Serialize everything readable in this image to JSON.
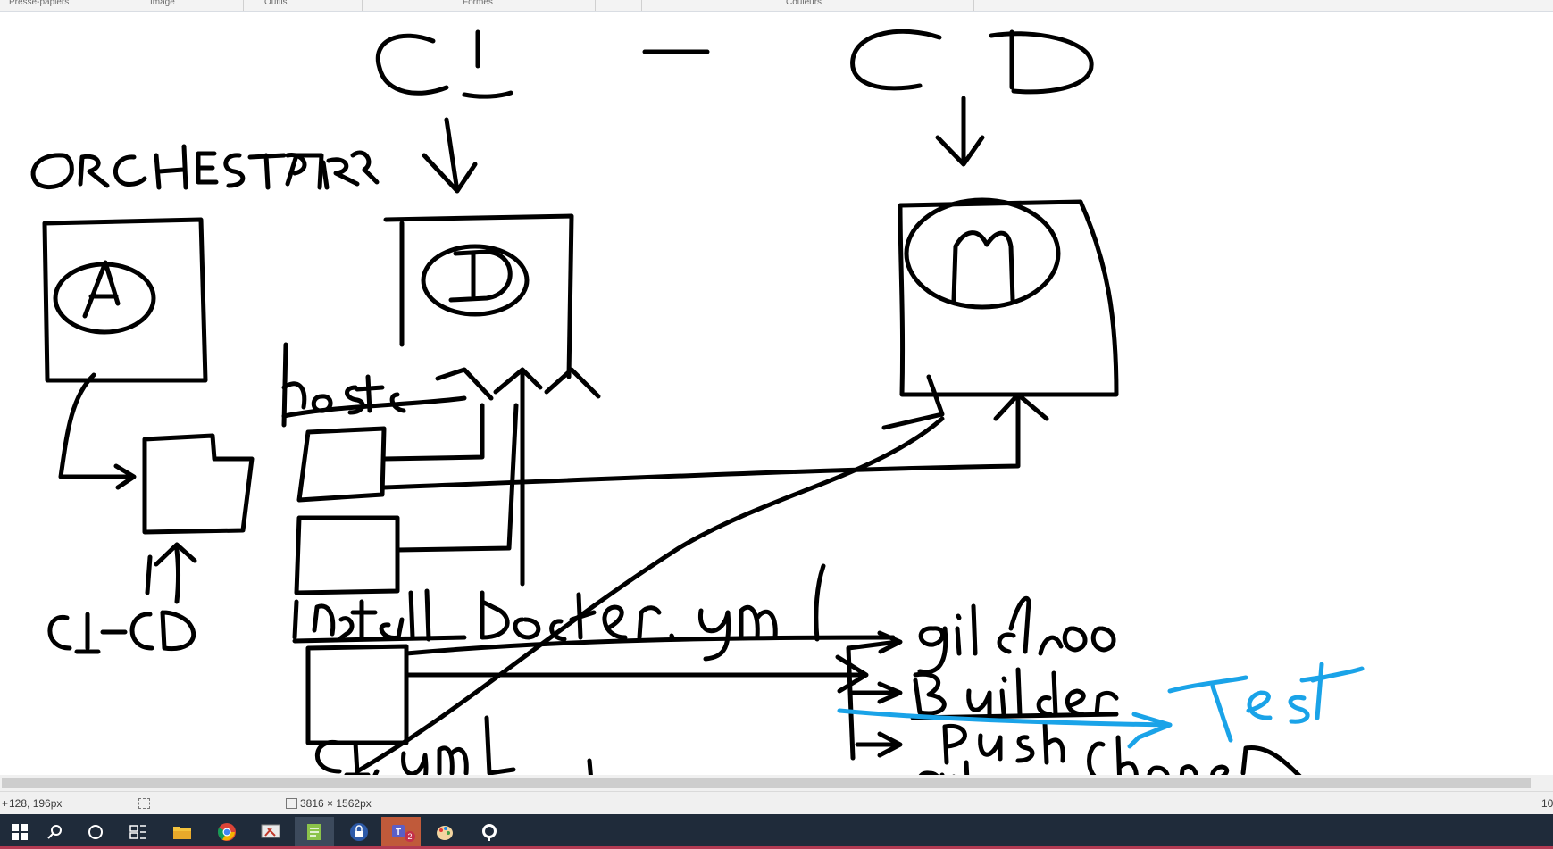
{
  "ribbon": {
    "groups": [
      {
        "label": "Presse-papiers"
      },
      {
        "label": "Image"
      },
      {
        "label": "Outils"
      },
      {
        "label": "Formes"
      },
      {
        "label": "Couleurs"
      }
    ]
  },
  "status": {
    "cursor_position": "128, 196px",
    "image_size": "3816 × 1562px",
    "zoom": "10"
  },
  "taskbar": {
    "items": [
      {
        "icon": "windows-start-icon"
      },
      {
        "icon": "search-icon"
      },
      {
        "icon": "cortana-icon"
      },
      {
        "icon": "task-view-icon"
      },
      {
        "icon": "file-explorer-icon"
      },
      {
        "icon": "chrome-icon"
      },
      {
        "icon": "snipping-tool-icon"
      },
      {
        "icon": "notepad-plus-plus-icon"
      },
      {
        "icon": "security-app-icon"
      },
      {
        "icon": "teams-icon",
        "badge": "2"
      },
      {
        "icon": "paint-icon"
      },
      {
        "icon": "git-kraken-icon"
      }
    ]
  },
  "colors": {
    "ink": "#000000",
    "blue_ink": "#1aa3e8",
    "taskbar": "#1f2b3a",
    "taskbar_accent": "#b33a52"
  }
}
